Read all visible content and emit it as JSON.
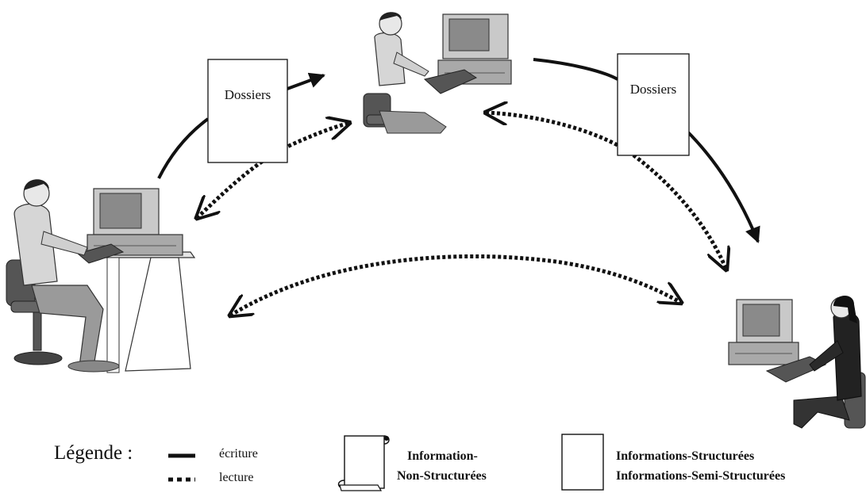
{
  "diagram": {
    "folders": [
      {
        "id": "left-folder",
        "label": "Dossiers"
      },
      {
        "id": "right-folder",
        "label": "Dossiers"
      }
    ],
    "actors": [
      {
        "id": "top-workstation",
        "icon": "seated-man-computer-icon"
      },
      {
        "id": "left-workstation",
        "icon": "seated-man-desk-computer-icon"
      },
      {
        "id": "right-workstation",
        "icon": "seated-woman-computer-icon"
      }
    ],
    "edges": [
      {
        "from": "left-workstation",
        "to": "top-workstation",
        "style": "solid",
        "via": "left-folder"
      },
      {
        "from": "top-workstation",
        "to": "right-workstation",
        "style": "solid",
        "via": "right-folder"
      },
      {
        "from": "left-workstation",
        "to": "top-workstation",
        "style": "dotted",
        "direction": "both"
      },
      {
        "from": "top-workstation",
        "to": "right-workstation",
        "style": "dotted",
        "direction": "both"
      },
      {
        "from": "left-workstation",
        "to": "right-workstation",
        "style": "dotted",
        "direction": "both"
      }
    ]
  },
  "legend": {
    "title": "Légende :",
    "solid_label": "écriture",
    "dotted_label": "lecture",
    "scroll_line1": "Information-",
    "scroll_line2": "Non-Structurées",
    "box_line1": "Informations-Structurées",
    "box_line2": "Informations-Semi-Structurées"
  }
}
